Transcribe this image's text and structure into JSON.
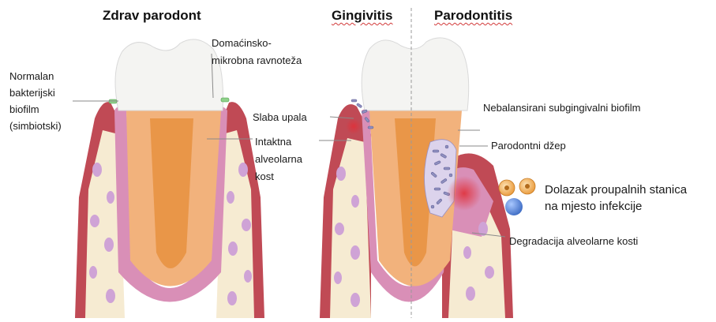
{
  "headings": {
    "healthy": "Zdrav parodont",
    "gingivitis": "Gingivitis",
    "periodontitis": "Parodontitis"
  },
  "labels": {
    "normal_biofilm": [
      "Normalan",
      "bakterijski",
      "biofilm",
      "(simbiotski)"
    ],
    "host_microbe_balance": [
      "Domaćinsko-",
      "mikrobna ravnoteža"
    ],
    "mild_inflammation": "Slaba upala",
    "intact_bone": [
      "Intaktna",
      "alveolarna",
      "kost"
    ],
    "unbalanced_biofilm": "Nebalansirani subgingivalni biofilm",
    "periodontal_pocket": "Parodontni džep",
    "proinflammatory_cells": [
      "Dolazak proupalnih stanica",
      "na mjesto infekcije"
    ],
    "bone_degradation": "Degradacija alveolarne kosti"
  },
  "colors": {
    "enamel": "#f4f4f2",
    "dentin": "#f2b27c",
    "pulp": "#e8913f",
    "gum": "#c04a55",
    "gum_light": "#d98fb7",
    "bone": "#f6ebd2",
    "marrow": "#cfa3d6",
    "leader": "#7a7a7a",
    "bacteria": "#8f8fbf",
    "cell_blue": "#4c7fd6",
    "cell_orange": "#f0a24a"
  }
}
